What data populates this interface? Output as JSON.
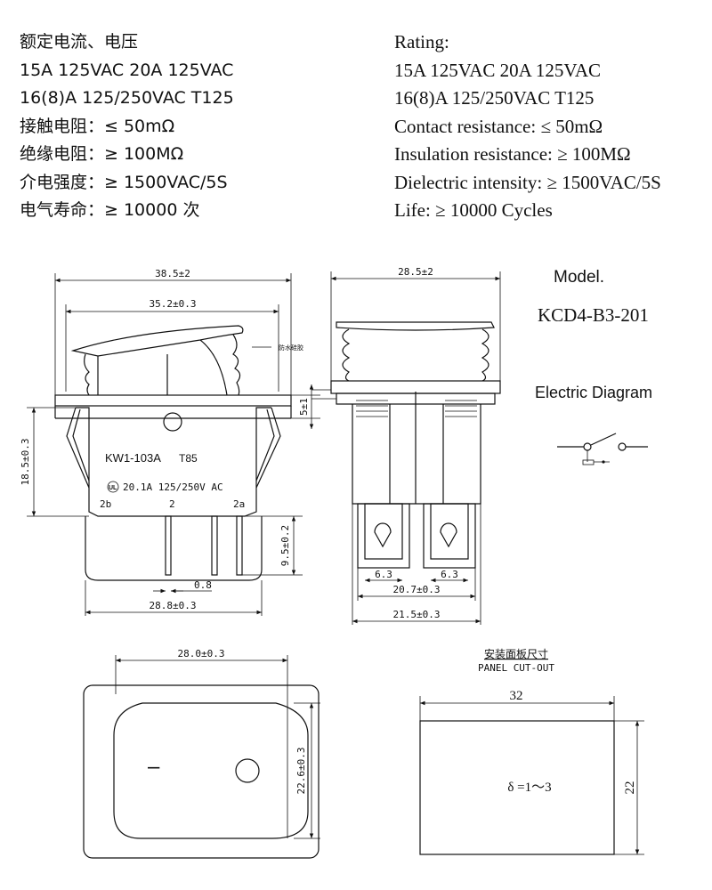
{
  "specs_cn": [
    "额定电流、电压",
    "15A 125VAC  20A 125VAC",
    "16(8)A 125/250VAC T125",
    "接触电阻：≤ 50mΩ",
    "绝缘电阻：≥ 100MΩ",
    "介电强度：≥ 1500VAC/5S",
    "电气寿命：≥ 10000 次"
  ],
  "specs_en": [
    "Rating:",
    "15A 125VAC  20A 125VAC",
    "16(8)A 125/250VAC T125",
    "Contact resistance: ≤ 50mΩ",
    "Insulation resistance: ≥ 100MΩ",
    "Dielectric intensity: ≥ 1500VAC/5S",
    "Life: ≥ 10000 Cycles"
  ],
  "model": {
    "label": "Model.",
    "number": "KCD4-B3-201",
    "electric_diagram_label": "Electric Diagram"
  },
  "front_view": {
    "dim_width_total": "38.5±2",
    "dim_width_rocker": "35.2±0.3",
    "waterproof_note": "防水硅胶",
    "dim_height_body": "18.5±0.3",
    "dim_flange": "5±1",
    "body_model": "KW1-103A",
    "body_temp": "T85",
    "body_rating": "20.1A 125/250V AC",
    "terminal_left": "2b",
    "terminal_mid": "2",
    "terminal_right": "2a",
    "dim_terminal_len": "9.5±0.2",
    "dim_terminal_thk": "0.8",
    "dim_width_body": "28.8±0.3"
  },
  "side_view": {
    "dim_width_top": "28.5±2",
    "dim_tab_left": "6.3",
    "dim_tab_right": "6.3",
    "dim_tabs_span": "20.7±0.3",
    "dim_width_bottom": "21.5±0.3"
  },
  "top_view": {
    "dim_width": "28.0±0.3",
    "dim_height": "22.6±0.3",
    "off_symbol": "–"
  },
  "panel": {
    "title_cn": "安装面板尺寸",
    "title_en": "PANEL CUT-OUT",
    "dim_width": "32",
    "dim_height": "22",
    "thickness": "δ =1～3"
  }
}
